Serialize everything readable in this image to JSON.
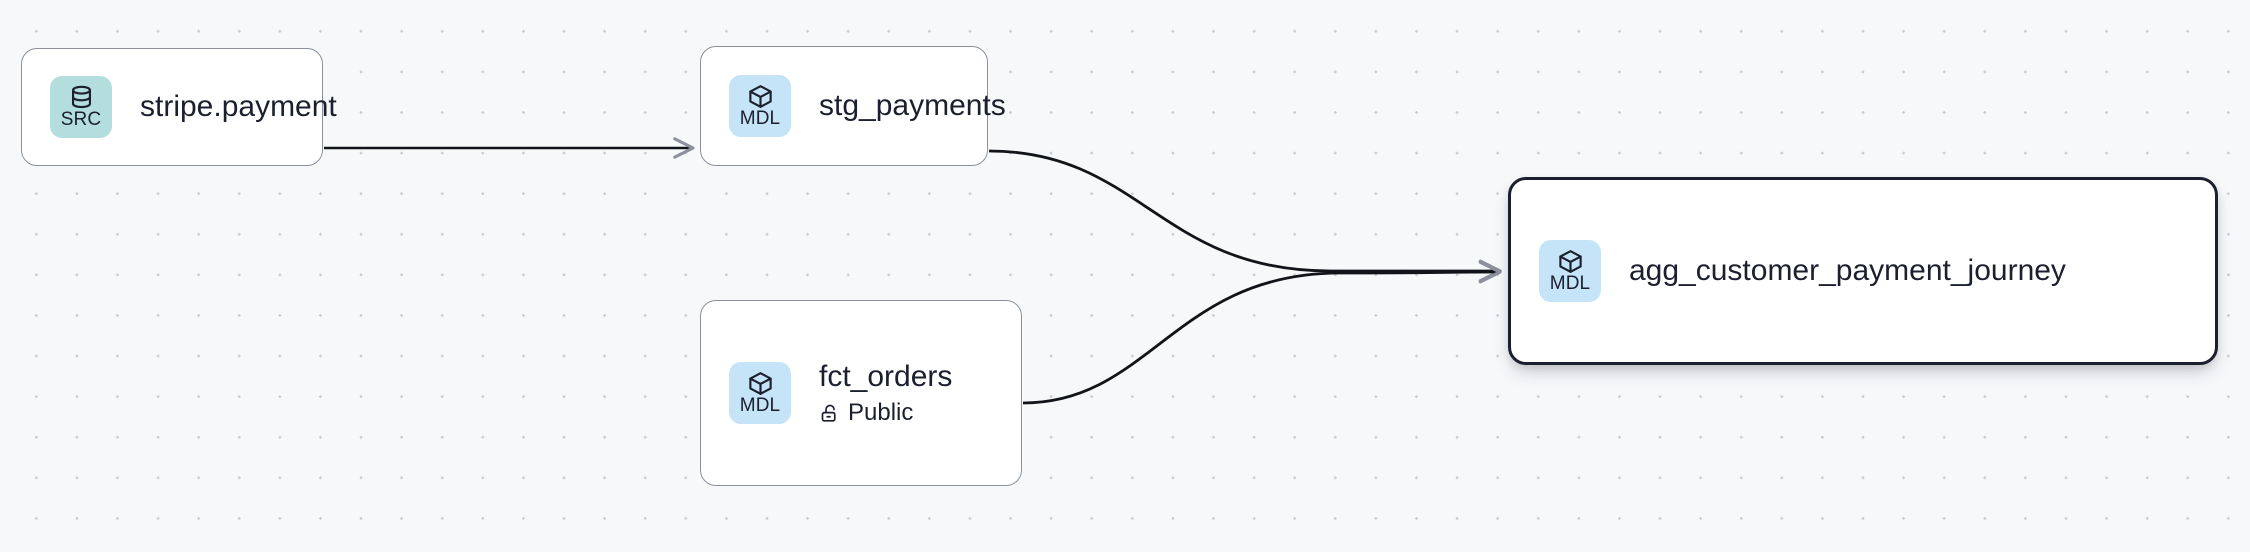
{
  "graph": {
    "background": "#f7f8fa",
    "grid": "dot",
    "nodes": [
      {
        "id": "stripe-payment",
        "title": "stripe.payment",
        "badge_label": "SRC",
        "badge_icon": "database-icon",
        "badge_color": "#b3dedd",
        "selected": false,
        "subtitle": null,
        "subtitle_icon": null
      },
      {
        "id": "stg-payments",
        "title": "stg_payments",
        "badge_label": "MDL",
        "badge_icon": "cube-icon",
        "badge_color": "#c6e4f7",
        "selected": false,
        "subtitle": null,
        "subtitle_icon": null
      },
      {
        "id": "fct-orders",
        "title": "fct_orders",
        "badge_label": "MDL",
        "badge_icon": "cube-icon",
        "badge_color": "#c6e4f7",
        "selected": false,
        "subtitle": "Public",
        "subtitle_icon": "unlock-icon"
      },
      {
        "id": "agg-customer-payment-journey",
        "title": "agg_customer_payment_journey",
        "badge_label": "MDL",
        "badge_icon": "cube-icon",
        "badge_color": "#c6e4f7",
        "selected": true,
        "subtitle": null,
        "subtitle_icon": null
      }
    ],
    "edges": [
      {
        "id": "e1",
        "from": "stripe-payment",
        "to": "stg-payments",
        "style": "straight",
        "color": "#111418"
      },
      {
        "id": "e2",
        "from": "stg-payments",
        "to": "agg-customer-payment-journey",
        "style": "bezier",
        "color": "#111418"
      },
      {
        "id": "e3",
        "from": "fct-orders",
        "to": "agg-customer-payment-journey",
        "style": "bezier",
        "color": "#111418"
      }
    ],
    "colors": {
      "node_border": "#8b909c",
      "node_border_selected": "#1b1f2e",
      "node_fill": "#ffffff",
      "edge": "#111418",
      "arrow": "#8b909c",
      "text": "#1b1f2e",
      "grid_dot": "#c9ccd4"
    }
  }
}
